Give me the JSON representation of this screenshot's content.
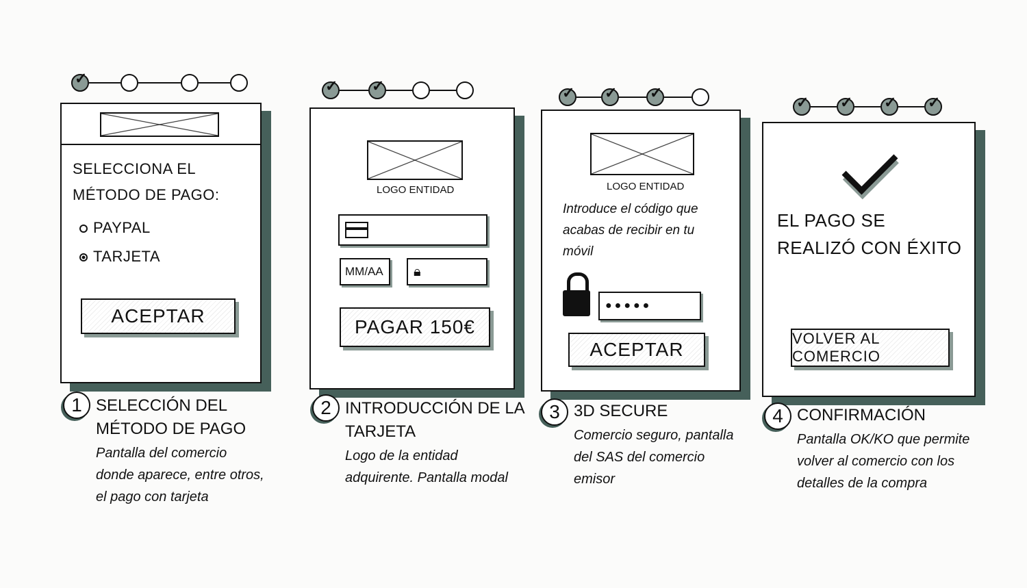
{
  "panels": [
    {
      "progress": [
        true,
        false,
        false,
        false
      ],
      "screen": {
        "heading": "Selecciona el método de pago:",
        "options": [
          {
            "label": "PayPal",
            "selected": false
          },
          {
            "label": "Tarjeta",
            "selected": true
          }
        ],
        "button": "Aceptar"
      },
      "number": "1",
      "title": "Selección del método de pago",
      "description": "Pantalla del comercio donde aparece, entre otros, el pago con tarjeta"
    },
    {
      "progress": [
        true,
        true,
        false,
        false
      ],
      "screen": {
        "logo_label": "Logo entidad",
        "expiry_placeholder": "MM/AA",
        "button": "Pagar 150€"
      },
      "number": "2",
      "title": "Introducción de la tarjeta",
      "description": "Logo de la entidad adquirente. Pantalla modal"
    },
    {
      "progress": [
        true,
        true,
        true,
        false
      ],
      "screen": {
        "logo_label": "Logo entidad",
        "instruction": "Introduce el código que acabas de recibir en tu móvil",
        "code_value": "●●●●●",
        "button": "Aceptar"
      },
      "number": "3",
      "title": "3D Secure",
      "description": "Comercio seguro, pantalla del SAS del comercio emisor"
    },
    {
      "progress": [
        true,
        true,
        true,
        true
      ],
      "screen": {
        "message": "El pago se realizó con éxito",
        "button": "Volver al comercio"
      },
      "number": "4",
      "title": "Confirmación",
      "description": "Pantalla OK/KO que permite volver al comercio con los detalles de la compra"
    }
  ],
  "colors": {
    "shadow": "#46605a",
    "ink": "#111111"
  }
}
